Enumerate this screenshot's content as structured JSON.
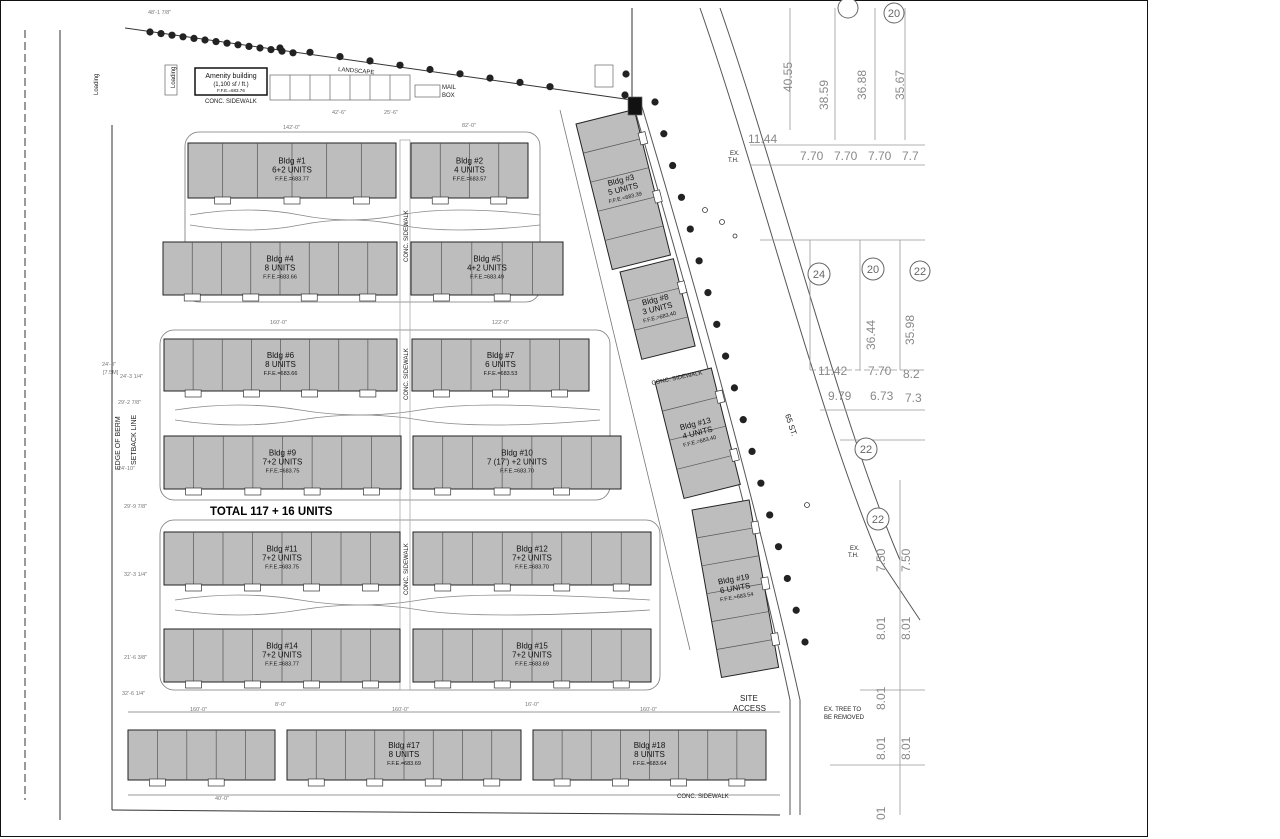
{
  "buildings": [
    {
      "id": "b1",
      "name": "Bldg #1",
      "units": "6+2 UNITS",
      "ffe": "F.F.E.=683.77"
    },
    {
      "id": "b2",
      "name": "Bldg #2",
      "units": "4 UNITS",
      "ffe": "F.F.E.=683.57"
    },
    {
      "id": "b3",
      "name": "Bldg #3",
      "units": "5 UNITS",
      "ffe": "F.F.E.=683.39"
    },
    {
      "id": "b4",
      "name": "Bldg #4",
      "units": "8 UNITS",
      "ffe": "F.F.E.=683.66"
    },
    {
      "id": "b5",
      "name": "Bldg #5",
      "units": "4+2 UNITS",
      "ffe": "F.F.E.=683.49"
    },
    {
      "id": "b6",
      "name": "Bldg #6",
      "units": "8 UNITS",
      "ffe": "F.F.E.=683.66"
    },
    {
      "id": "b7",
      "name": "Bldg #7",
      "units": "6 UNITS",
      "ffe": "F.F.E.=683.53"
    },
    {
      "id": "b8",
      "name": "Bldg #8",
      "units": "3 UNITS",
      "ffe": "F.F.E.=683.40"
    },
    {
      "id": "b9",
      "name": "Bldg #9",
      "units": "7+2 UNITS",
      "ffe": "F.F.E.=683.75"
    },
    {
      "id": "b10",
      "name": "Bldg #10",
      "units": "7 (17') +2 UNITS",
      "ffe": "F.F.E.=683.70"
    },
    {
      "id": "b11",
      "name": "Bldg #11",
      "units": "7+2 UNITS",
      "ffe": "F.F.E.=683.75"
    },
    {
      "id": "b12",
      "name": "Bldg #12",
      "units": "7+2 UNITS",
      "ffe": "F.F.E.=683.70"
    },
    {
      "id": "b13",
      "name": "Bldg #13",
      "units": "4 UNITS",
      "ffe": "F.F.E.=683.40"
    },
    {
      "id": "b14",
      "name": "Bldg #14",
      "units": "7+2 UNITS",
      "ffe": "F.F.E.=683.77"
    },
    {
      "id": "b15",
      "name": "Bldg #15",
      "units": "7+2 UNITS",
      "ffe": "F.F.E.=683.69"
    },
    {
      "id": "b17",
      "name": "Bldg #17",
      "units": "8 UNITS",
      "ffe": "F.F.E.=683.69"
    },
    {
      "id": "b18",
      "name": "Bldg #18",
      "units": "8 UNITS",
      "ffe": "F.F.E.=683.64"
    },
    {
      "id": "b19",
      "name": "Bldg #19",
      "units": "6 UNITS",
      "ffe": "F.F.E.=683.54"
    }
  ],
  "amenity": {
    "name": "Amenity building",
    "area": "(1,100 sf / ft.)",
    "ffe": "F.F.E.=683.76"
  },
  "total": "TOTAL 117 + 16 UNITS",
  "labels": {
    "loading_top": "Loading",
    "loading_left": "Loading",
    "landscape": "LANDSCAPE",
    "mail_box_1": "MAIL",
    "mail_box_2": "BOX",
    "sidewalk_top": "CONC. SIDEWALK",
    "sidewalk_v1": "CONC. SIDEWALK",
    "sidewalk_v2": "CONC. SIDEWALK",
    "sidewalk_v3": "CONC. SIDEWALK",
    "sidewalk_east": "CONC. SIDEWALK",
    "sidewalk_bottom": "CONC. SIDEWALK",
    "edge_of_berm": "EDGE OF BERM",
    "setback_line": "SETBACK LINE",
    "site_access_1": "SITE",
    "site_access_2": "ACCESS",
    "street": "65 ST.",
    "ex_th_1": "EX.",
    "ex_th_1b": "T.H.",
    "ex_th_2": "EX.",
    "ex_th_2b": "T.H.",
    "ex_tree_1": "EX. TREE TO",
    "ex_tree_2": "BE REMOVED"
  },
  "dimensions": {
    "d_top": "48'-1 7/8\"",
    "d_142": "142'-0\"",
    "d_82": "82'-0\"",
    "d_160a": "160'-0\"",
    "d_122": "122'-0\"",
    "d_160b": "160'-0\"",
    "d_160c": "160'-0\"",
    "d_160d": "160'-0\"",
    "d_42": "42'-6\"",
    "d_25": "25'-6\"",
    "d_24": "24'-8\"",
    "d_24b": "[7.5M]",
    "d_24c": "24'-3 1/4\"",
    "d_29": "29'-2 7/8\"",
    "d_24d": "24'-10\"",
    "d_29b": "29'-9 7/8\"",
    "d_32": "32'-3 1/4\"",
    "d_21": "21'-6 3/8\"",
    "d_32b": "32'-6 1/4\"",
    "d_40": "40'-0\"",
    "d_8": "8'-0\"",
    "d_16": "16'-0\""
  },
  "street_numbers": {
    "n1": "40.55",
    "n2": "38.59",
    "n3": "36.88",
    "n4": "35.67",
    "n5": "11.44",
    "n6": "7.70",
    "n7": "7.70",
    "n8": "7.70",
    "n9": "7.7",
    "n10": "36.44",
    "n11": "35.98",
    "n12": "11.42",
    "n13": "7.70",
    "n14": "8.2",
    "n15": "9.79",
    "n16": "6.73",
    "n17": "7.3",
    "n18": "7.50",
    "n19": "7.50",
    "n20": "8.01",
    "n21": "8.01",
    "n22": "8.01",
    "n23": "8.01",
    "n24": "8.01",
    "n25": "01"
  },
  "lot_numbers": {
    "l1": "20",
    "l2": "24",
    "l3": "20",
    "l4": "22",
    "l5": "22",
    "l6": "22"
  },
  "colors": {
    "building": "#bdbdbd",
    "outline": "#222222",
    "line": "#555555",
    "tree": "#222222",
    "dim": "#999999"
  }
}
